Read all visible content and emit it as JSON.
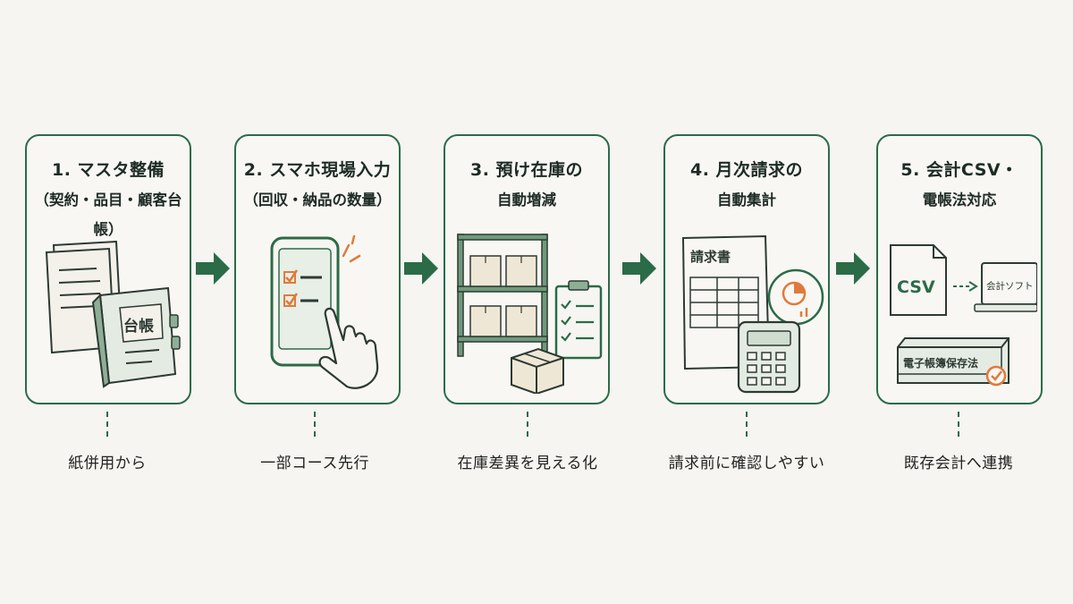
{
  "steps": [
    {
      "title": "1. マスタ整備",
      "subtitle": "（契約・品目・顧客台帳）",
      "note": "紙併用から",
      "icon_label": "台帳"
    },
    {
      "title": "2. スマホ現場入力",
      "subtitle": "（回収・納品の数量）",
      "note": "一部コース先行"
    },
    {
      "title": "3. 預け在庫の",
      "subtitle": "自動増減",
      "note": "在庫差異を見える化"
    },
    {
      "title": "4. 月次請求の",
      "subtitle": "自動集計",
      "note": "請求前に確認しやすい",
      "icon_label": "請求書"
    },
    {
      "title": "5. 会計CSV・",
      "subtitle": "電帳法対応",
      "note": "既存会計へ連携",
      "csv_label": "CSV",
      "software_label": "会計ソフト",
      "box_label": "電子帳簿保存法"
    }
  ],
  "colors": {
    "accent": "#2b6b48",
    "highlight": "#e07a3c",
    "background": "#f6f5f1"
  }
}
